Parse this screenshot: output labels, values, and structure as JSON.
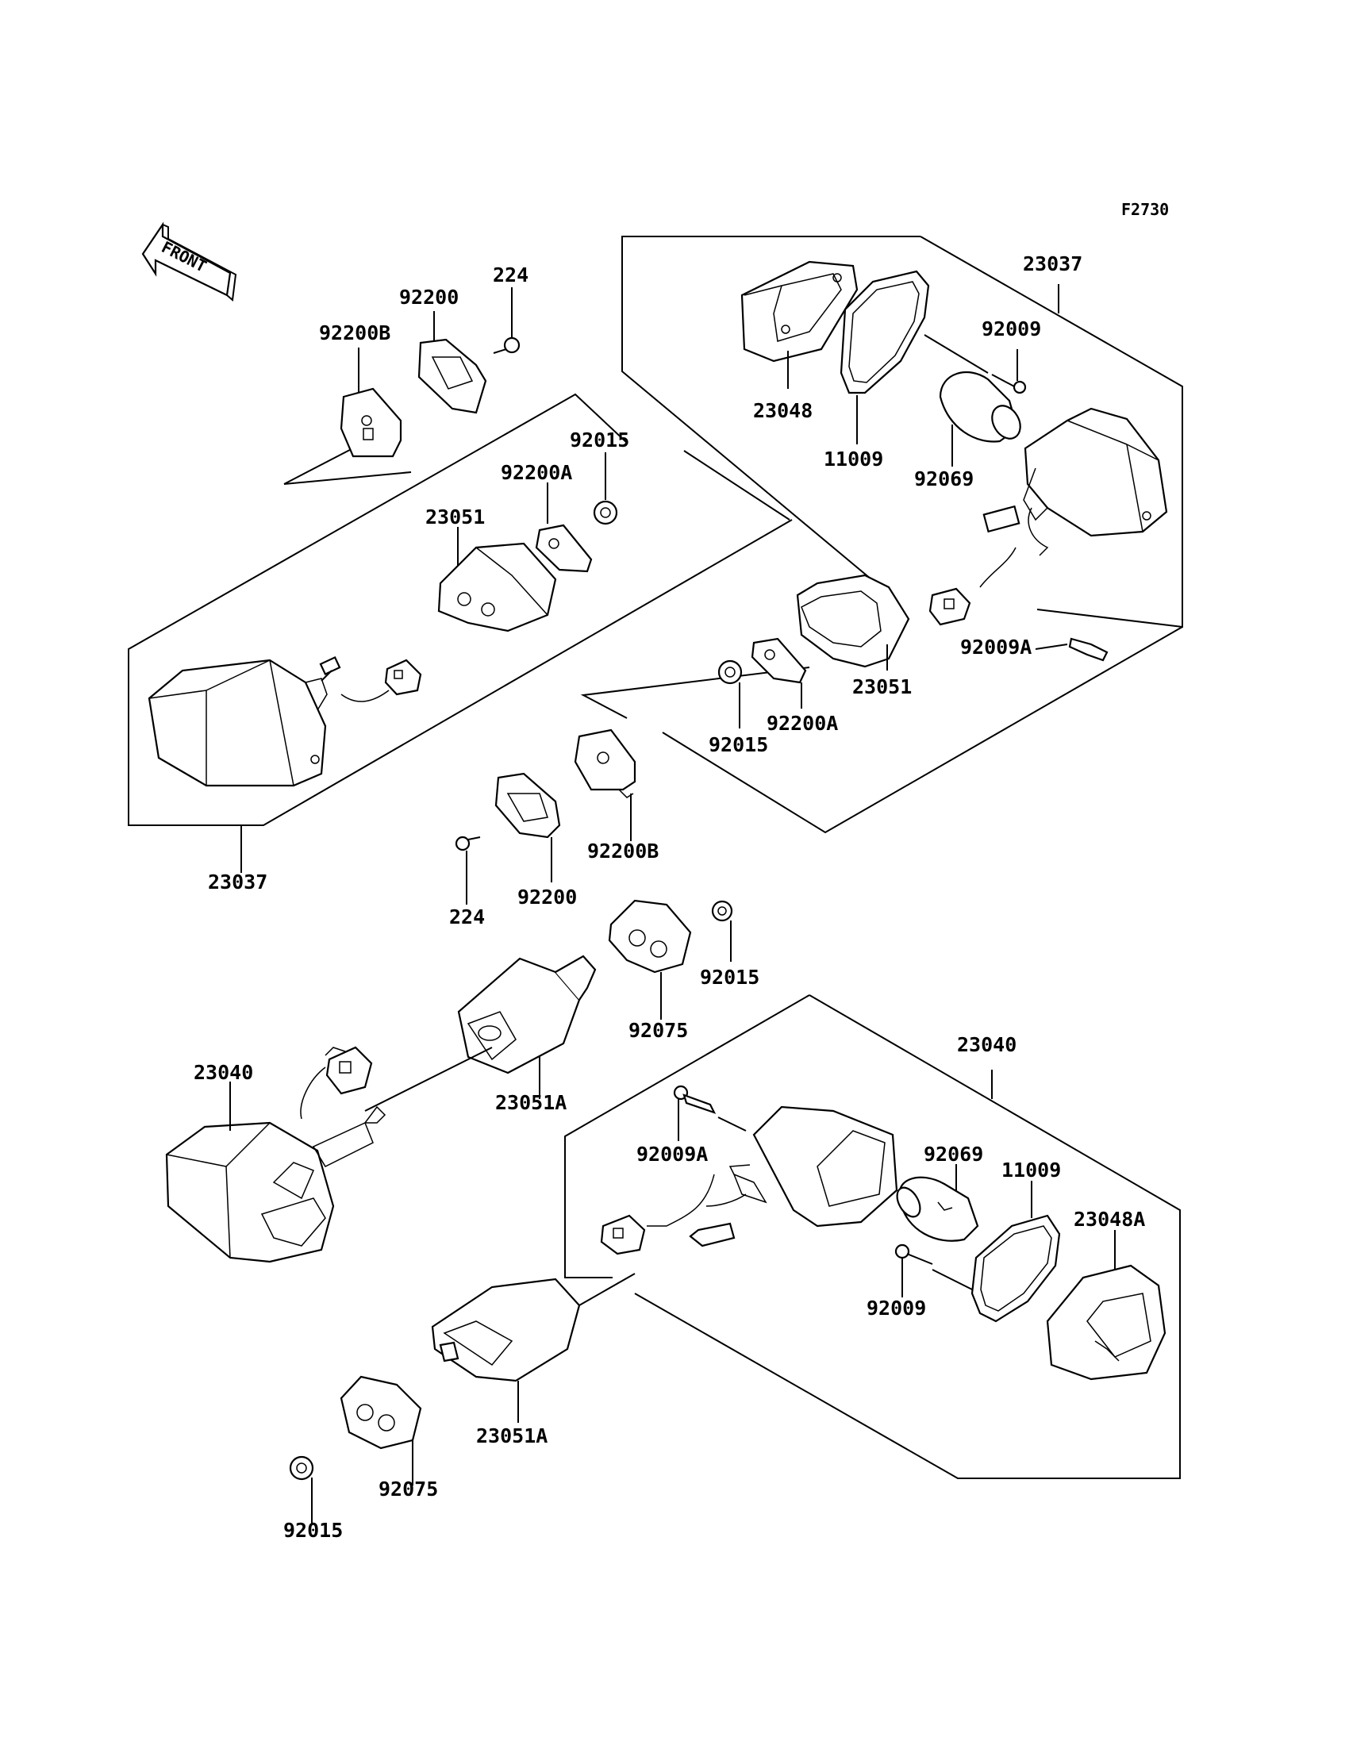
{
  "figure_code": "F2730",
  "front_label": "FRONT",
  "labels": {
    "l23037_top": "23037",
    "l92009_top": "92009",
    "l23048": "23048",
    "l11009_top": "11009",
    "l92069_top": "92069",
    "l92009A_top": "92009A",
    "l23051_r": "23051",
    "l92200A_r": "92200A",
    "l92015_r": "92015",
    "l92200B_r": "92200B",
    "l92200_r": "92200",
    "l224_r": "224",
    "l92200B_l": "92200B",
    "l92200_l": "92200",
    "l224_l": "224",
    "l92015_l": "92015",
    "l92200A_l": "92200A",
    "l23051_l": "23051",
    "l23037_bottom": "23037",
    "l92015_m": "92015",
    "l92075_m": "92075",
    "l23051A_m": "23051A",
    "l23040_l": "23040",
    "l23040_r": "23040",
    "l92009A_b": "92009A",
    "l92069_b": "92069",
    "l11009_b": "11009",
    "l23048A": "23048A",
    "l92009_b": "92009",
    "l23051A_b": "23051A",
    "l92075_b": "92075",
    "l92015_b": "92015"
  }
}
